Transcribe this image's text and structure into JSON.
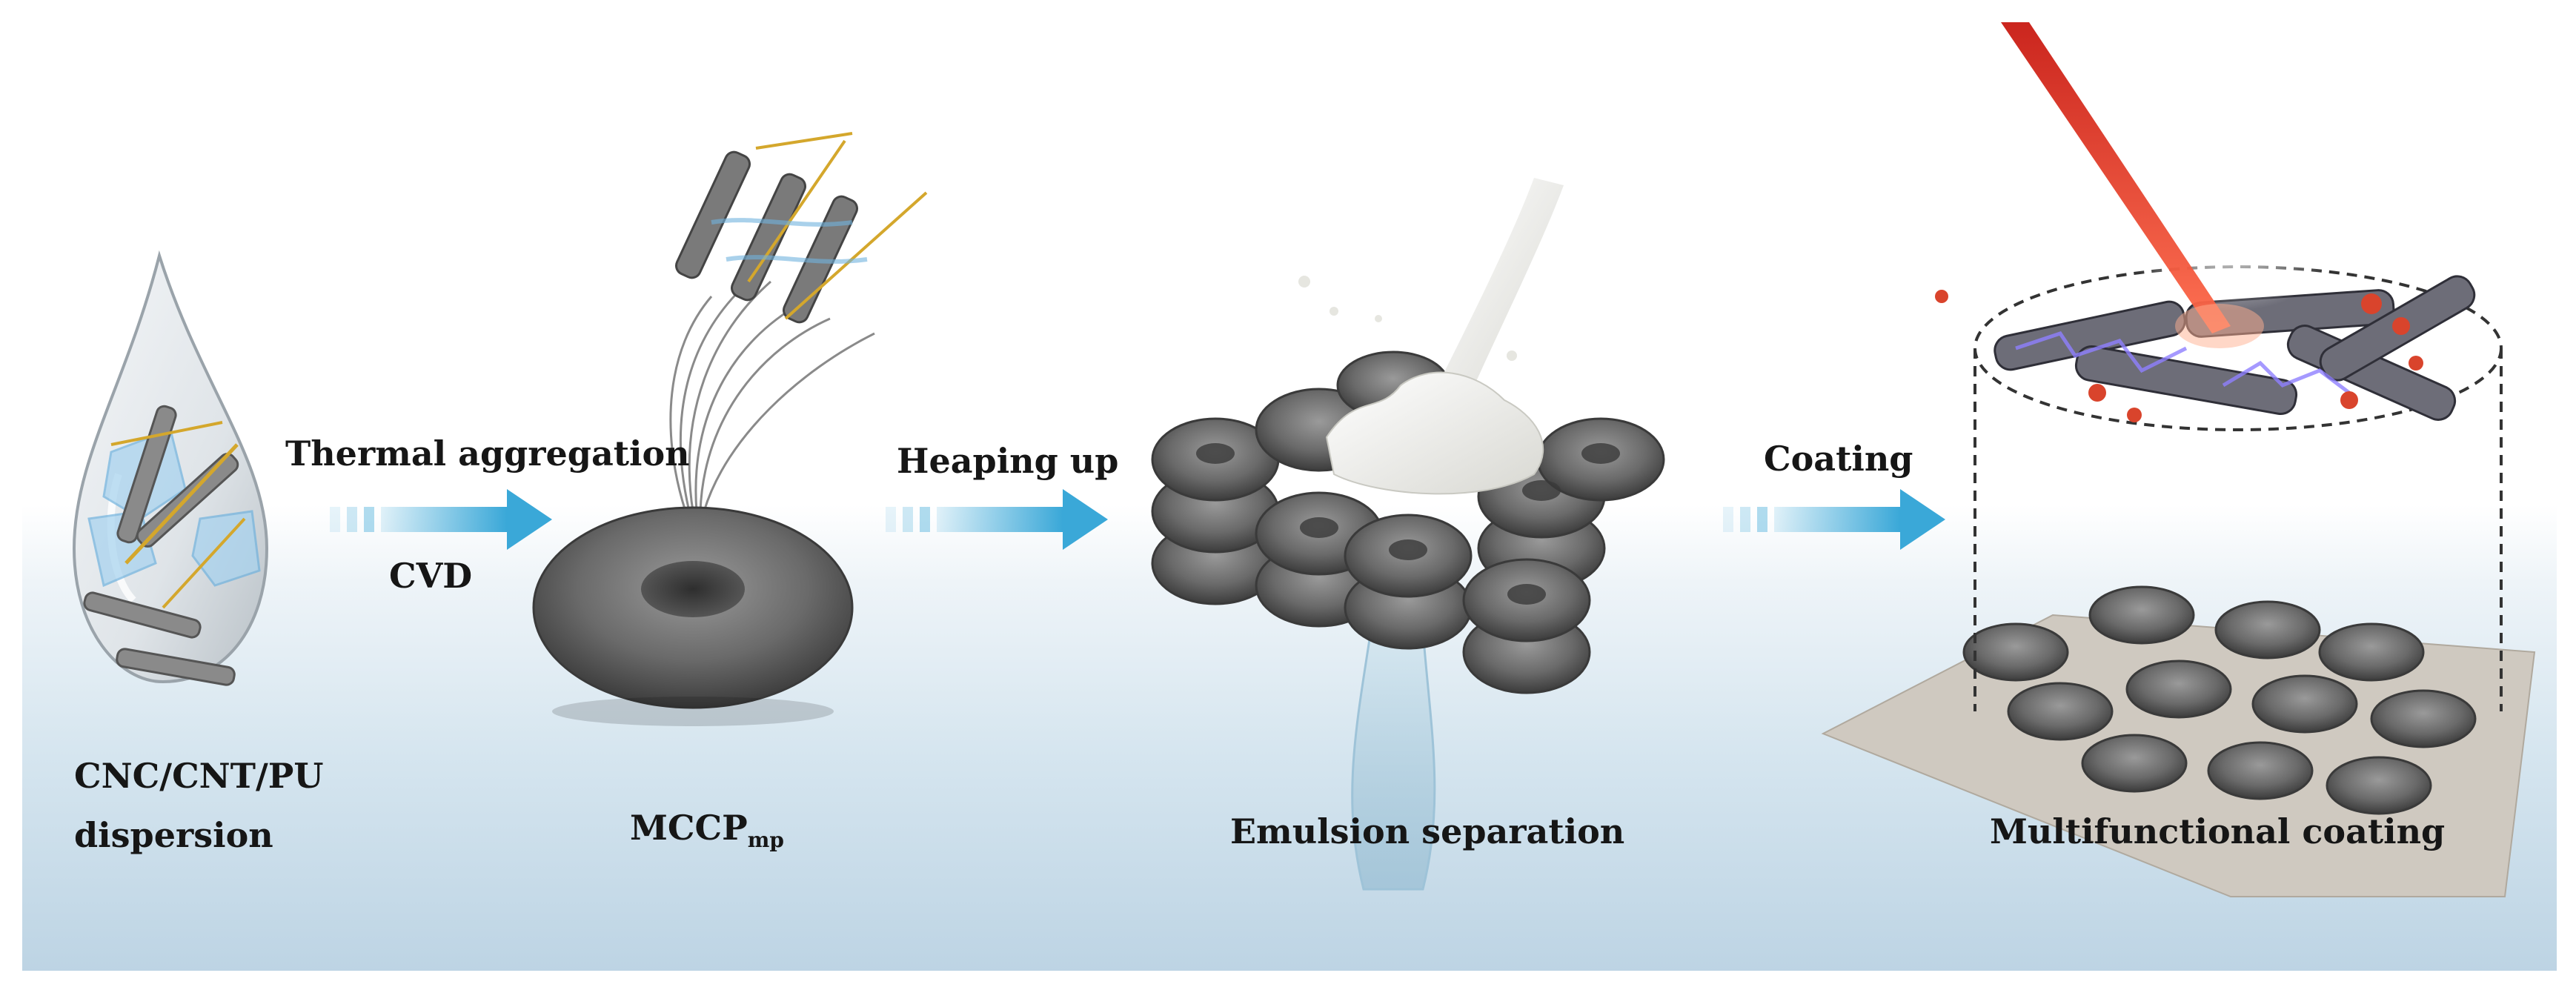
{
  "stages": [
    {
      "id": "dispersion",
      "label_line1": "CNC/CNT/PU",
      "label_line2": "dispersion"
    },
    {
      "id": "mccp",
      "label_main": "MCCP",
      "label_sub": "mp"
    },
    {
      "id": "emulsion",
      "label": "Emulsion separation"
    },
    {
      "id": "coating",
      "label": "Multifunctional coating"
    }
  ],
  "arrows": [
    {
      "label_top": "Thermal aggregation",
      "label_bottom": "CVD"
    },
    {
      "label_top": "Heaping up"
    },
    {
      "label_top": "Coating"
    }
  ],
  "colors": {
    "arrow": "#3aa8d8",
    "laser": "#e0241a",
    "torus": "#6c6c6c",
    "milk": "#f4f4f0",
    "water": "#bcd7e6",
    "sheet": "#cfc9c0"
  }
}
